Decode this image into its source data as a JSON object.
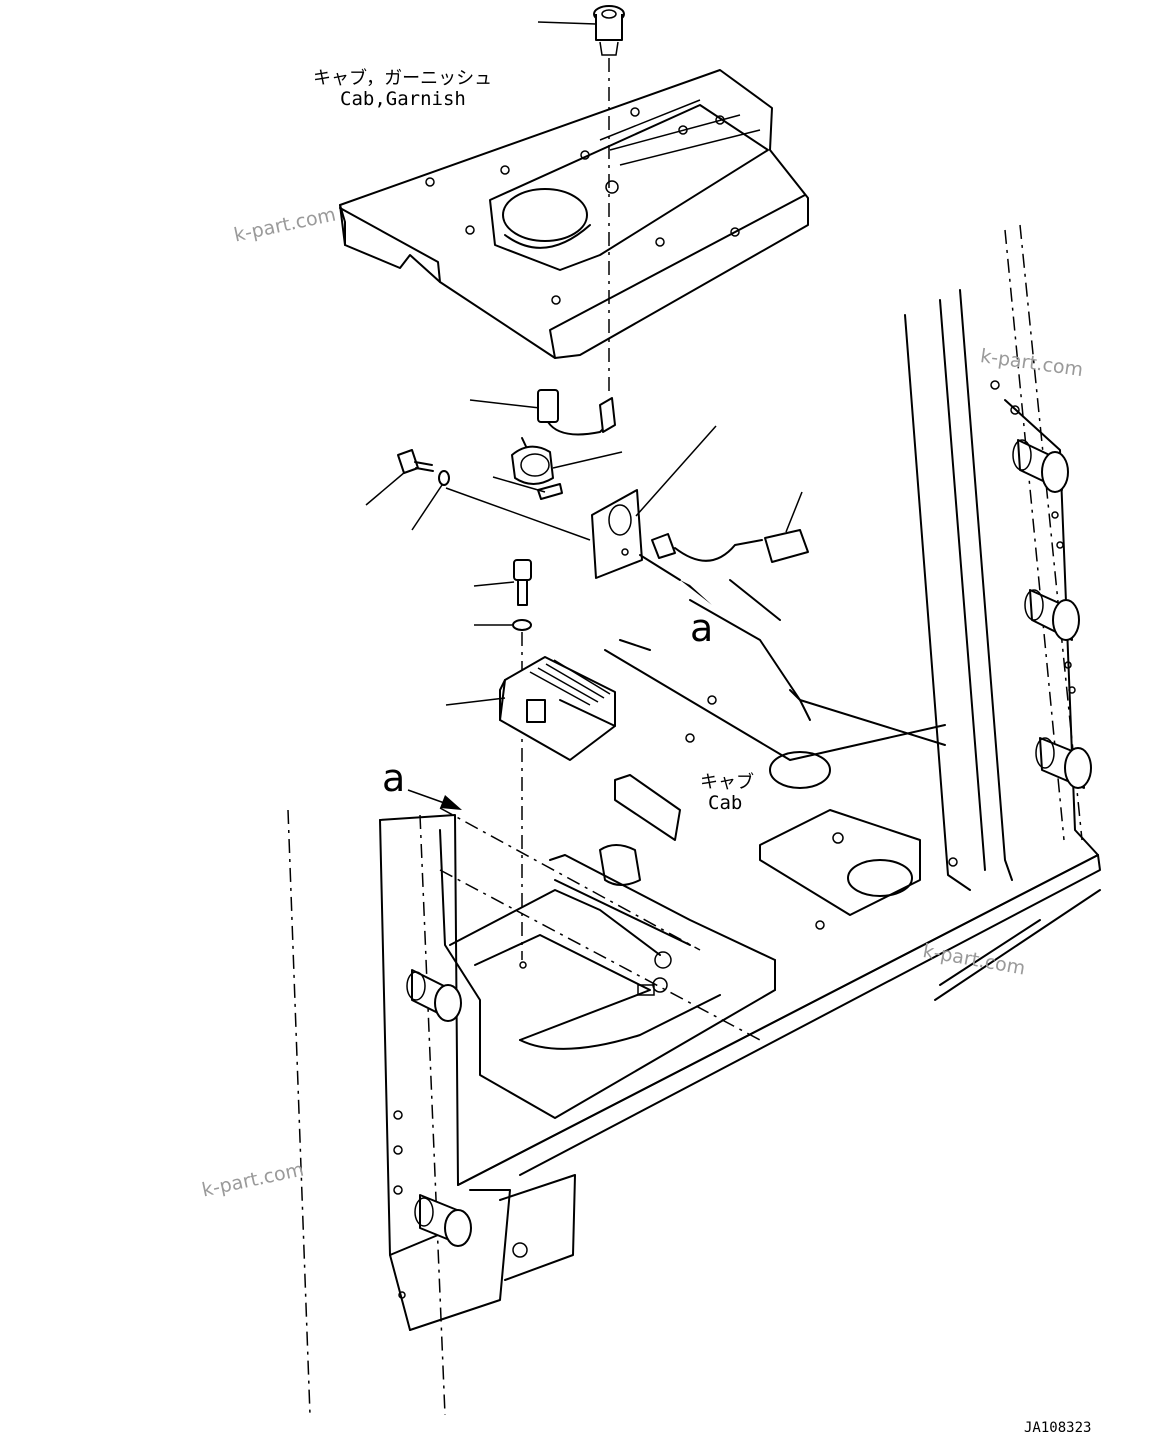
{
  "labels": {
    "garnish_jp": "キャブ，ガーニッシュ",
    "garnish_en": "Cab,Garnish",
    "cab_jp": "キャブ",
    "cab_en": "Cab",
    "view_a_1": "a",
    "view_a_2": "a",
    "drawing_no": "JA108323"
  },
  "watermarks": [
    "k-part.com",
    "k-part.com",
    "k-part.com",
    "k-part.com"
  ]
}
